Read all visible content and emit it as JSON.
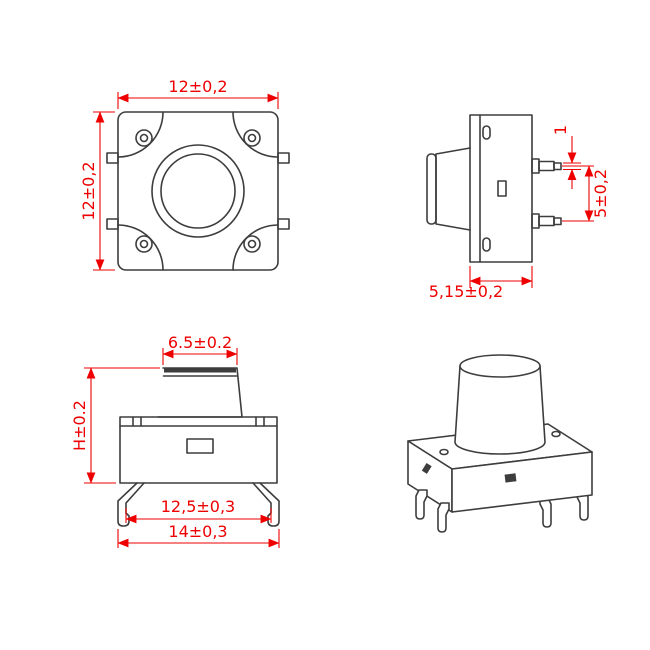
{
  "drawing": {
    "colors": {
      "dimension": "#ee0000",
      "outline": "#3d3d3d",
      "background": "#ffffff"
    },
    "views": {
      "top_view": {
        "dim_width": "12±0,2",
        "dim_height": "12±0,2"
      },
      "side_view": {
        "dim_pin_tip": "1",
        "dim_pin_pitch": "5±0,2",
        "dim_body_height": "5,15±0,2"
      },
      "front_view": {
        "dim_actuator_width": "6.5±0.2",
        "dim_total_height": "H±0.2",
        "dim_lead_pitch": "12,5±0,3",
        "dim_lead_span": "14±0,3"
      }
    }
  }
}
